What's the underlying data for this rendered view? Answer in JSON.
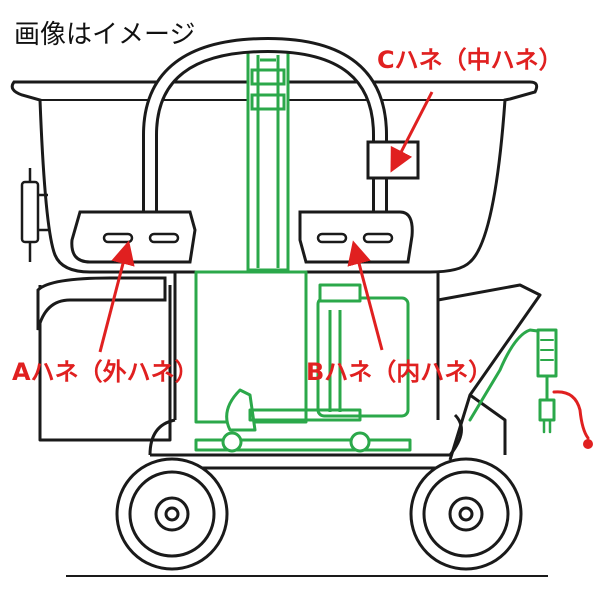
{
  "caption": "画像はイメージ",
  "labels": {
    "a": "Aハネ（外ハネ）",
    "b": "Bハネ（内ハネ）",
    "c": "Cハネ（中ハネ）"
  },
  "colors": {
    "outline": "#1a1a1a",
    "drive": "#2ba84a",
    "callout": "#e02020",
    "plug_cord": "#e02020"
  }
}
